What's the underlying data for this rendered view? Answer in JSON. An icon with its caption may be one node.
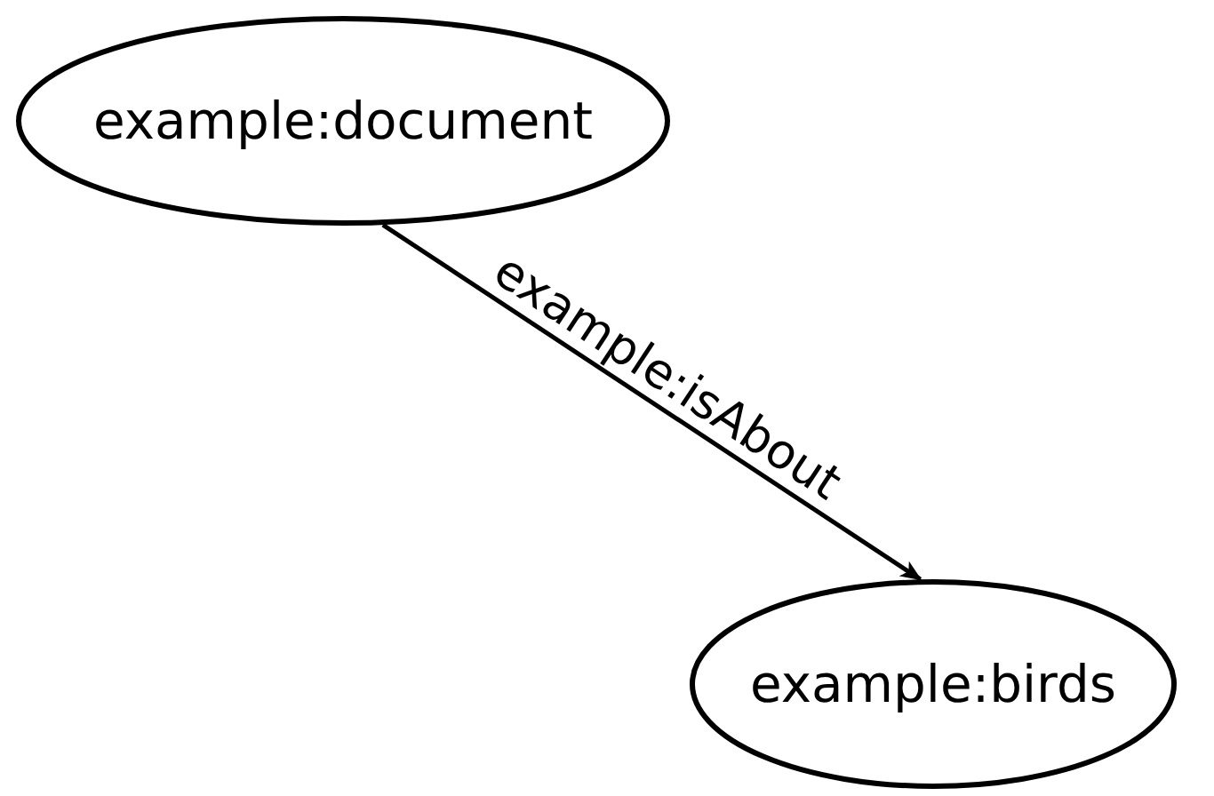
{
  "diagram": {
    "nodes": [
      {
        "text": [
          "example:document"
        ]
      },
      {
        "text": [
          "example:birds"
        ]
      }
    ],
    "edges": [
      {
        "from": 0,
        "to": 1,
        "arrow": "to",
        "label": "example:isAbout"
      }
    ]
  }
}
